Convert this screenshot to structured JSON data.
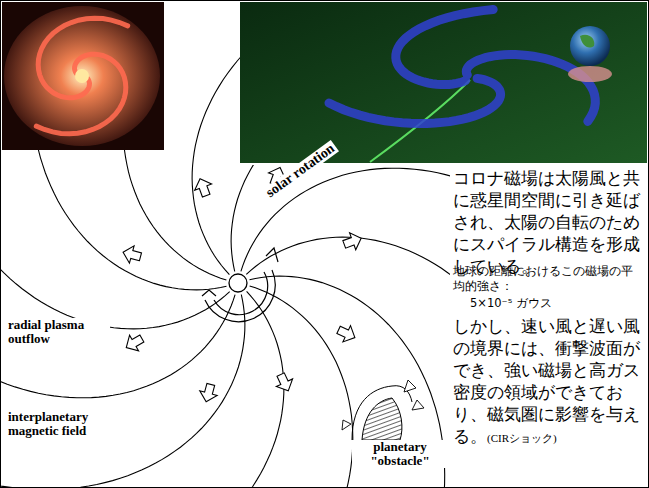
{
  "diagram": {
    "labels": [
      "solar rotation",
      "radial plasma outflow",
      "interplanetary magnetic field",
      "planetary \"obstacle\"",
      "コロナ磁場は太陽風と共に惑星間空間に引き延ばされ、太陽の自転のためにスパイラル構造を形成している。",
      "地球の距離におけるこの磁場の平均的強さ：",
      "5×10⁻⁵ ガウス",
      "しかし、速い風と遅い風の境界には、衝撃波面ができ、強い磁場と高ガス密度の領域ができており、磁気圏に影響を与える。",
      "(CIRショック)"
    ]
  }
}
